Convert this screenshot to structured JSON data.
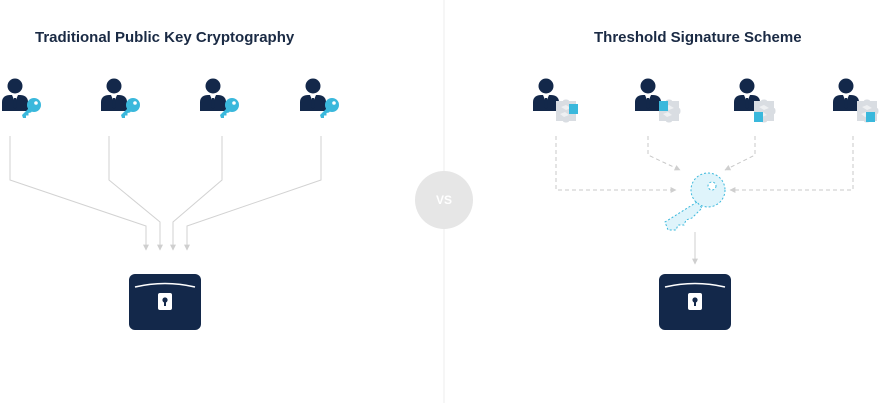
{
  "panels": {
    "left": {
      "title": "Traditional Public Key Cryptography"
    },
    "right": {
      "title": "Threshold Signature Scheme"
    }
  },
  "divider_label": "VS",
  "icons": {
    "user": "user-icon",
    "key": "key-icon",
    "puzzle_piece": "puzzle-piece-icon",
    "combined_key": "combined-key-icon",
    "lock": "locked-chest-icon"
  },
  "colors": {
    "navy": "#13284a",
    "cyan": "#3ab8dc",
    "light_cyan": "#dff4fb",
    "gray_piece": "#d9dde2",
    "line": "#d2d2d2",
    "dashed_line": "#c8c8c8",
    "vs_circle": "#e6e6e6",
    "divider": "#ececec"
  }
}
